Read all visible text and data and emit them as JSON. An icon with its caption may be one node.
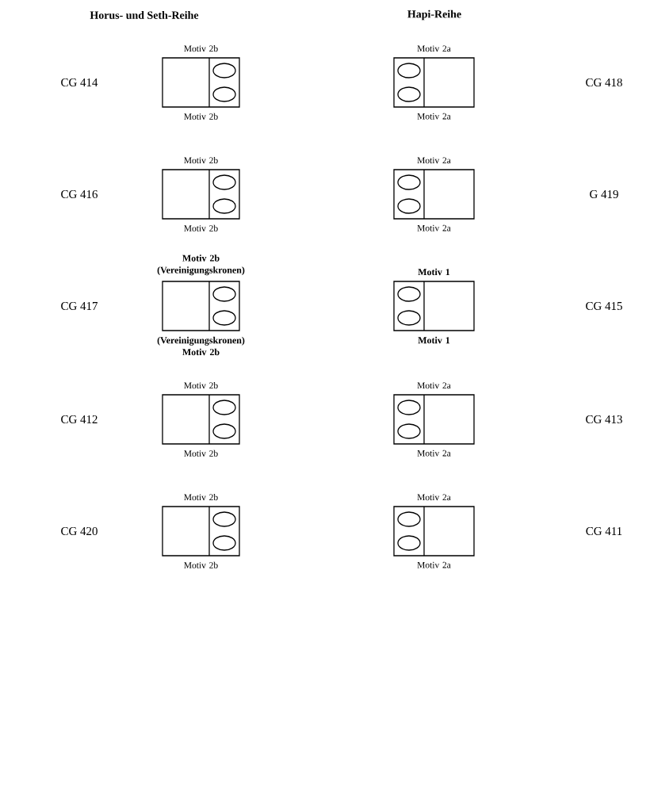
{
  "diagram": {
    "nodes": [
      {
        "text": [
          "Motiv 2b",
          "Motiv 2b"
        ]
      },
      {
        "text": [
          "Motiv 2a",
          "Motiv 2a"
        ]
      },
      {
        "text": [
          "Motiv 2b",
          "Motiv 2b"
        ]
      },
      {
        "text": [
          "Motiv 2a",
          "Motiv 2a"
        ]
      },
      {
        "text": [
          "Motiv 2b (Vereinigungskronen)",
          "(Vereinigungskronen) Motiv 2b"
        ]
      },
      {
        "text": [
          "Motiv 1",
          "Motiv 1"
        ]
      },
      {
        "text": [
          "Motiv 2b",
          "Motiv 2b"
        ]
      },
      {
        "text": [
          "Motiv 2a",
          "Motiv 2a"
        ]
      },
      {
        "text": [
          "Motiv 2b",
          "Motiv 2b"
        ]
      },
      {
        "text": [
          "Motiv 2a",
          "Motiv 2a"
        ]
      }
    ],
    "labels": [
      "Horus- und Seth-Reihe",
      "Hapi-Reihe",
      "CG 414",
      "CG 418",
      "CG 416",
      "G 419",
      "CG 417",
      "CG 415",
      "CG 412",
      "CG 413",
      "CG 420",
      "CG 411"
    ]
  }
}
